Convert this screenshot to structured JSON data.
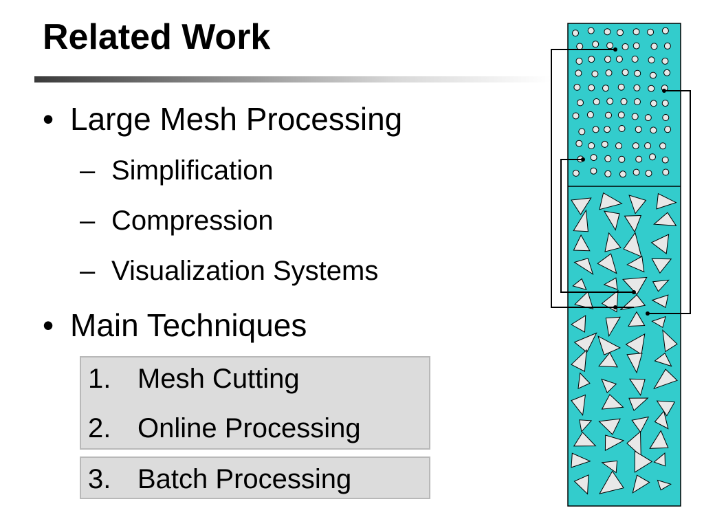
{
  "slide": {
    "title": "Related Work",
    "bullets": [
      {
        "text": "Large Mesh Processing",
        "sub": [
          "Simplification",
          "Compression",
          "Visualization Systems"
        ]
      },
      {
        "text": "Main Techniques",
        "techniques": [
          {
            "num": "1.",
            "text": "Mesh Cutting"
          },
          {
            "num": "2.",
            "text": "Online Processing"
          },
          {
            "num": "3.",
            "text": "Batch Processing"
          }
        ]
      }
    ],
    "bullet_char": "•",
    "dash_char": "–"
  },
  "colors": {
    "panel": "#33cccc",
    "shape_fill": "#e8e8e8",
    "technique_box": "#dcdcdc"
  }
}
